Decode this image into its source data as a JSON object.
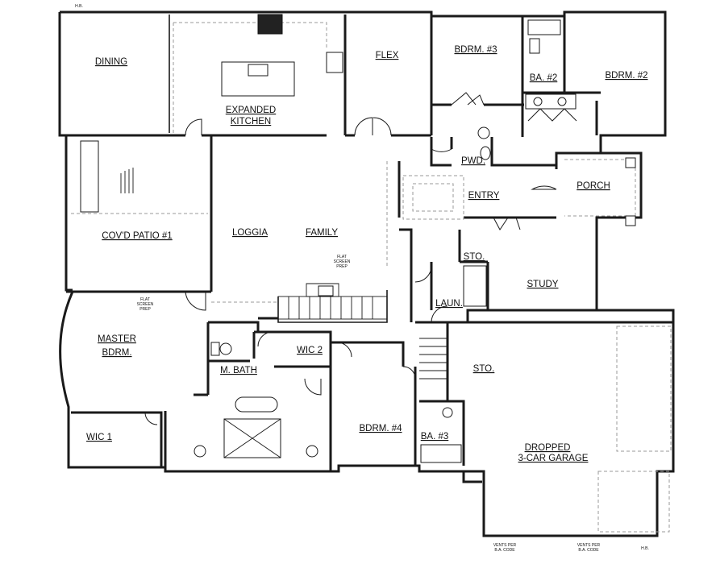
{
  "rooms": {
    "dining": "DINING",
    "kitchen_l1": "EXPANDED",
    "kitchen_l2": "KITCHEN",
    "flex": "FLEX",
    "bdrm3": "BDRM. #3",
    "ba2": "BA. #2",
    "bdrm2": "BDRM. #2",
    "pwd": "PWD.",
    "entry": "ENTRY",
    "porch": "PORCH",
    "covd_patio": "COV'D PATIO #1",
    "loggia": "LOGGIA",
    "family": "FAMILY",
    "sto_small": "STO.",
    "study": "STUDY",
    "laun": "LAUN.",
    "master_l1": "MASTER",
    "master_l2": "BDRM.",
    "wic2": "WIC 2",
    "mbath": "M. BATH",
    "sto_garage": "STO.",
    "wic1": "WIC 1",
    "bdrm4": "BDRM. #4",
    "ba3": "BA. #3",
    "garage_l1": "DROPPED",
    "garage_l2": "3-CAR GARAGE"
  },
  "notes": {
    "flat_screen_family_1": "FLAT",
    "flat_screen_family_2": "SCREEN",
    "flat_screen_family_3": "PREP",
    "flat_screen_master_1": "FLAT",
    "flat_screen_master_2": "SCREEN",
    "flat_screen_master_3": "PREP",
    "vent_left_1": "VENTS PER",
    "vent_left_2": "B.A. CODE",
    "vent_right_1": "VENTS PER",
    "vent_right_2": "B.A. CODE",
    "hb_top": "H.B.",
    "hb_bottom": "H.B."
  }
}
